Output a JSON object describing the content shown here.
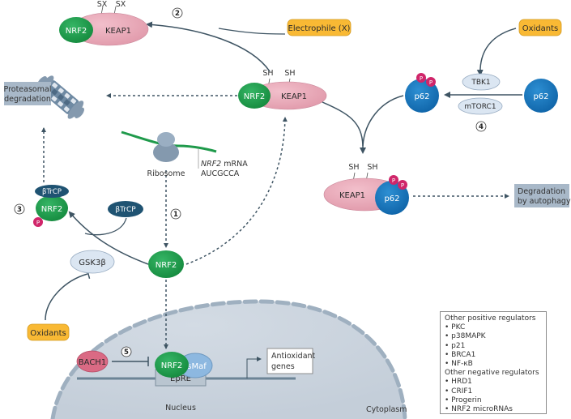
{
  "nodes": {
    "nrf2": "NRF2",
    "keap1": "KEAP1",
    "p62": "p62",
    "phospho": "P",
    "sx": "SX",
    "sh": "SH",
    "betatrcp": "βTrCP",
    "gsk3b": "GSK3β",
    "tbk1": "TBK1",
    "mtorc1": "mTORC1",
    "bach1": "BACH1",
    "smaf": "sMaf",
    "epre": "EpRE",
    "ribosome": "Ribosome",
    "mrna_name": "NRF2",
    "mrna_suffix": " mRNA",
    "mrna_seq": "AUCGCCA"
  },
  "stimuli": {
    "electrophile": "Electrophile (X)",
    "oxidants_top": "Oxidants",
    "oxidants_left": "Oxidants"
  },
  "outcomes": {
    "proteasomal_line1": "Proteasomal",
    "proteasomal_line2": "degradation",
    "autophagy_line1": "Degradation",
    "autophagy_line2": "by autophagy",
    "antioxidant_line1": "Antioxidant",
    "antioxidant_line2": "genes"
  },
  "steps": [
    "1",
    "2",
    "3",
    "4",
    "5"
  ],
  "compartments": {
    "nucleus": "Nucleus",
    "cytoplasm": "Cytoplasm"
  },
  "legend": {
    "positive_title": "Other positive regulators",
    "positive": [
      "PKC",
      "p38MAPK",
      "p21",
      "BRCA1",
      "NF-κB"
    ],
    "negative_title": "Other negative regulators",
    "negative": [
      "HRD1",
      "CRIF1",
      "Progerin",
      "NRF2 microRNAs"
    ]
  },
  "colors": {
    "nrf2_green": "#1f9a4b",
    "keap1_pink": "#e9a4b4",
    "p62_blue": "#1476bd",
    "phospho_magenta": "#d0266a",
    "stimulus_yellow": "#f9b934",
    "outcome_gray": "#a8b8c8",
    "light_oval": "#dbe6f2",
    "betatrcp_navy": "#1f5372",
    "bach1_pink": "#d9657f",
    "nucleus_fill": "#ccd5df",
    "arrow": "#3e5463"
  }
}
